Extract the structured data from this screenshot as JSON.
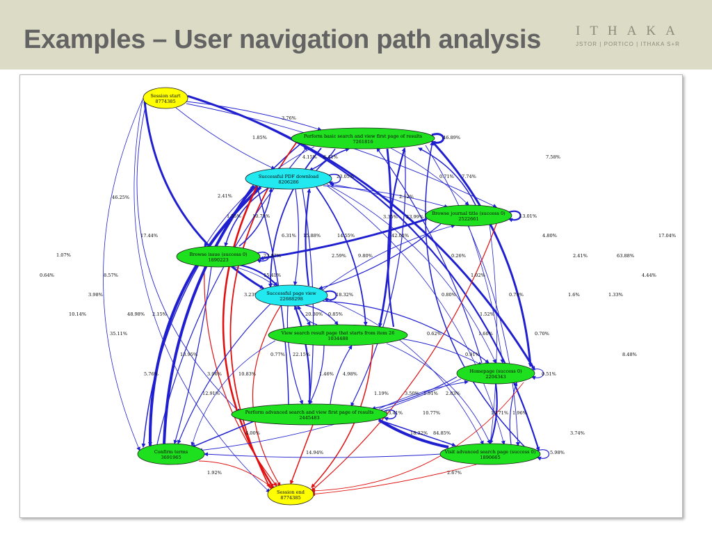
{
  "header": {
    "title": "Examples – User navigation path analysis",
    "brand_name": "ITHAKA",
    "brand_sub": "JSTOR | PORTICO | ITHAKA S+R",
    "background": "#dcdbc5"
  },
  "colors": {
    "edge_blue": "#1f1fd0",
    "edge_red": "#e01010",
    "node_yellow": "#ffff00",
    "node_green": "#1fe01f",
    "node_cyan": "#22e8f0"
  },
  "nodes": {
    "session_start": {
      "label": "Session start",
      "count": "8774385",
      "color": "yellow"
    },
    "basic_search": {
      "label": "Perform basic search and view first page of results",
      "count": "7261816",
      "color": "green"
    },
    "pdf_download": {
      "label": "Successful PDF download",
      "count": "8206286",
      "color": "cyan"
    },
    "browse_journal": {
      "label": "Browse journal title (success 0)",
      "count": "2522661",
      "color": "green"
    },
    "browse_issue": {
      "label": "Browse issue (success 0)",
      "count": "1890223",
      "color": "green"
    },
    "page_view": {
      "label": "Successful page view",
      "count": "22688298",
      "color": "cyan"
    },
    "view_search": {
      "label": "View search result page that starts from item 26",
      "count": "1034488",
      "color": "green"
    },
    "homepage": {
      "label": "Homepage (success 0)",
      "count": "2204343",
      "color": "green"
    },
    "advanced_search": {
      "label": "Perform advanced search and view first page of results",
      "count": "2445483",
      "color": "green"
    },
    "confirm_terms": {
      "label": "Confirm terms",
      "count": "3691965",
      "color": "green"
    },
    "visit_advanced": {
      "label": "Visit advanced search page (success 0)",
      "count": "1890665",
      "color": "green"
    },
    "session_end": {
      "label": "Session end",
      "count": "8774385",
      "color": "yellow"
    }
  },
  "edge_labels": [
    "3.76%",
    "1.85%",
    "46.89%",
    "4.15%",
    "6.41%",
    "7.58%",
    "23.05%",
    "0.71%",
    "7.74%",
    "46.25%",
    "2.41%",
    "2.12%",
    "13.01%",
    "1.55%",
    "10.75%",
    "3.35%",
    "23.99%",
    "17.44%",
    "6.31%",
    "15.88%",
    "14.55%",
    "42.04%",
    "4.80%",
    "17.04%",
    "1.07%",
    "23.87%",
    "2.59%",
    "9.80%",
    "0.26%",
    "2.41%",
    "63.88%",
    "0.64%",
    "8.57%",
    "15.41%",
    "1.02%",
    "3.98%",
    "3.23%",
    "18.32%",
    "0.80%",
    "0.79%",
    "1.6%",
    "1.33%",
    "4.44%",
    "10.14%",
    "48.98%",
    "2.15%",
    "20.30%",
    "0.85%",
    "1.52%",
    "35.11%",
    "0.62%",
    "1.60%",
    "0.70%",
    "0.77%",
    "22.15%",
    "0.91%",
    "13.95%",
    "8.48%",
    "5.76%",
    "3.96%",
    "10.83%",
    "0.51%",
    "1.46%",
    "4.98%",
    "12.91%",
    "1.19%",
    "3.50%",
    "1.91%",
    "2.83%",
    "13.41%",
    "10.71%",
    "1.96%",
    "4.00%",
    "10.77%",
    "18.32%",
    "84.85%",
    "3.74%",
    "14.94%",
    "5.98%",
    "1.92%",
    "2.67%"
  ]
}
